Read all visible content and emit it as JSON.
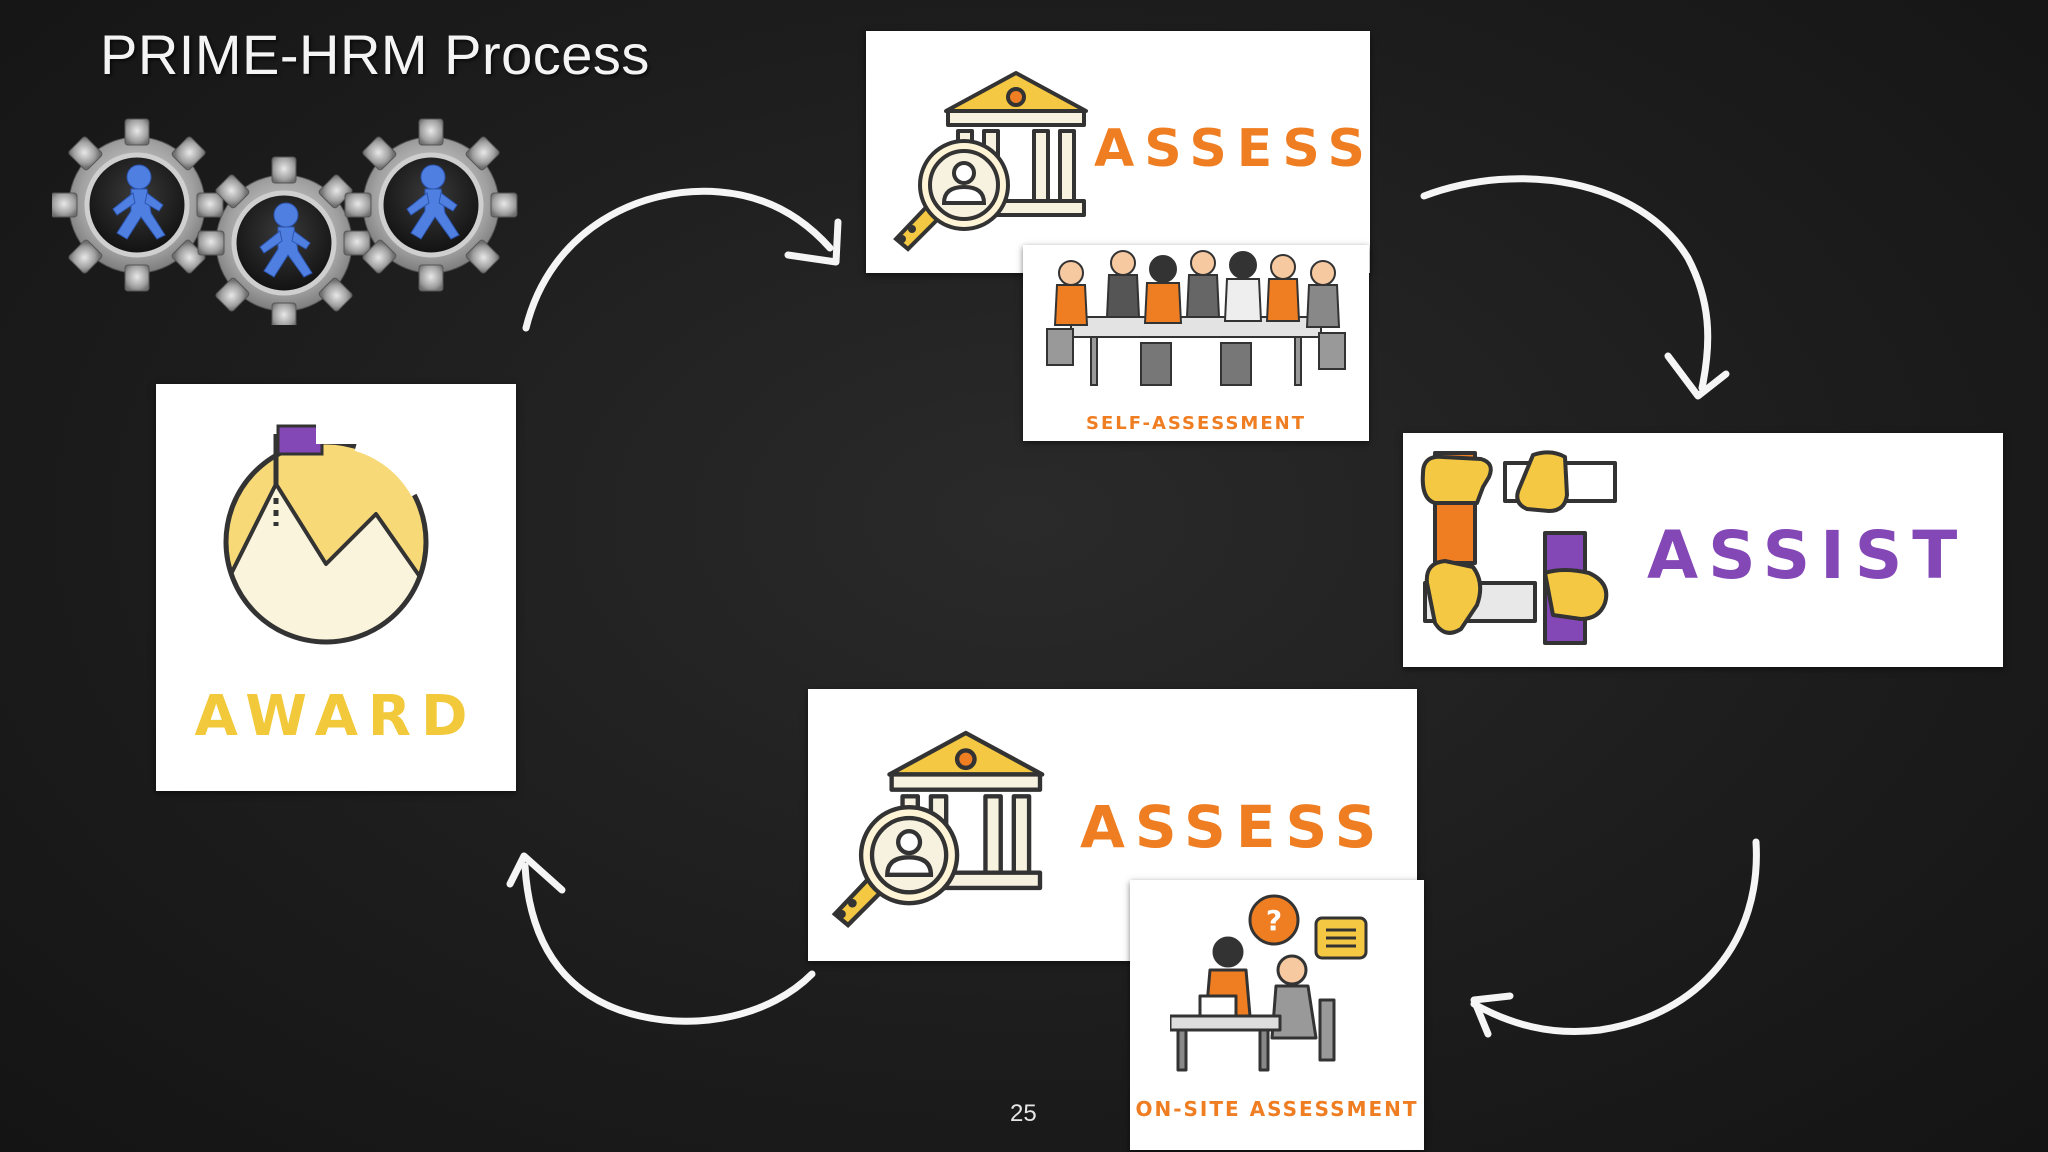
{
  "slide": {
    "title": "PRIME-HRM Process",
    "page_number": "25"
  },
  "steps": {
    "assess_top": {
      "label": "ASSESS",
      "sublabel": "SELF-ASSESSMENT"
    },
    "assist": {
      "label": "ASSIST"
    },
    "assess_bottom": {
      "label": "ASSESS",
      "sublabel": "ON-SITE ASSESSMENT"
    },
    "award": {
      "label": "AWARD"
    }
  },
  "colors": {
    "assess_orange": "#ef7d22",
    "assist_purple": "#8347b6",
    "award_yellow": "#f1c93a",
    "arrow_white": "#f5f5f5"
  },
  "icons": [
    "gears-runners-icon",
    "building-magnifier-icon",
    "meeting-team-icon",
    "joined-hands-icon",
    "interview-desk-icon",
    "mountain-flag-icon",
    "cycle-arrow-icon"
  ]
}
